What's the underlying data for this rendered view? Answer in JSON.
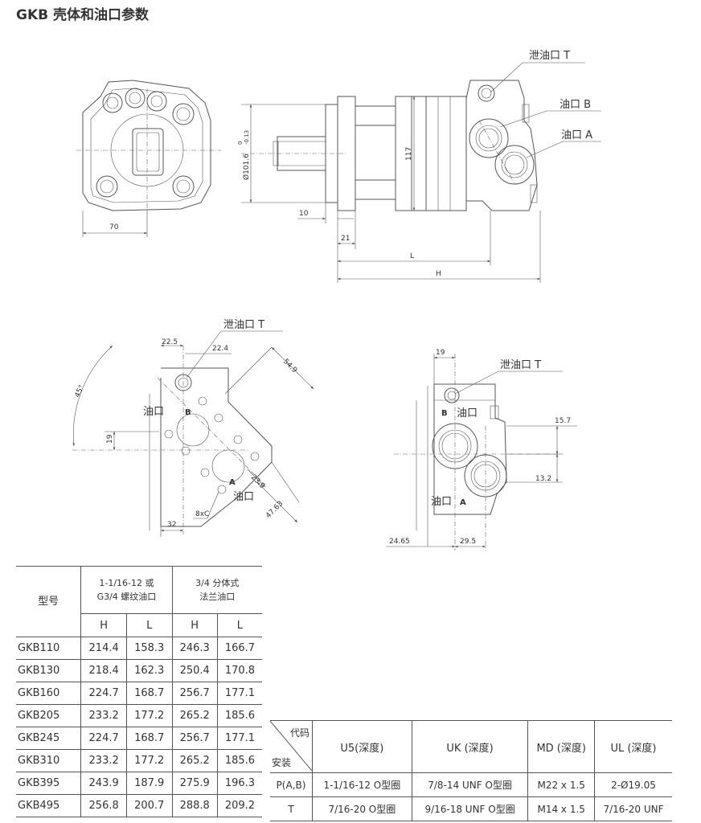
{
  "title": "GKB 壳体和油口参数",
  "drawing": {
    "side_labels": {
      "drain_t": "泄油口  T",
      "port_b": "油口 B",
      "port_a": "油口 A"
    },
    "side_dims": {
      "d70": "70",
      "d117": "117",
      "d10": "10",
      "d21": "21",
      "dL": "L",
      "dH": "H",
      "shaft": "Ø101.6",
      "tol_up": "0",
      "tol_dn": "-0.13"
    },
    "mid_labels": {
      "drain_t": "泄油口  T",
      "port": "油口",
      "port2": "油口",
      "b": "B",
      "a": "A"
    },
    "mid_dims": {
      "d225": "22.5",
      "d224": "22.4",
      "d549": "54.9",
      "d45": "45°",
      "d19": "19",
      "d239": "23.9",
      "d4763": "47.63",
      "d32": "32",
      "d8xc": "8xC"
    },
    "right_labels": {
      "drain_t": "泄油口  T",
      "port_b": "油口",
      "port_a": "油口",
      "b": "B",
      "a": "A"
    },
    "right_dims": {
      "d19": "19",
      "d157": "15.7",
      "d132": "13.2",
      "d2465": "24.65",
      "d295": "29.5"
    }
  },
  "dims_table": {
    "model_header": "型号",
    "group1": [
      "1-1/16-12 或",
      "G3/4 螺纹油口"
    ],
    "group2": [
      "3/4 分体式",
      "法兰油口"
    ],
    "sub": [
      "H",
      "L",
      "H",
      "L"
    ],
    "rows": [
      [
        "GKB110",
        "214.4",
        "158.3",
        "246.3",
        "166.7"
      ],
      [
        "GKB130",
        "218.4",
        "162.3",
        "250.4",
        "170.8"
      ],
      [
        "GKB160",
        "224.7",
        "168.7",
        "256.7",
        "177.1"
      ],
      [
        "GKB205",
        "233.2",
        "177.2",
        "265.2",
        "185.6"
      ],
      [
        "GKB245",
        "224.7",
        "168.7",
        "256.7",
        "177.1"
      ],
      [
        "GKB310",
        "233.2",
        "177.2",
        "265.2",
        "185.6"
      ],
      [
        "GKB395",
        "243.9",
        "187.9",
        "275.9",
        "196.3"
      ],
      [
        "GKB495",
        "256.8",
        "200.7",
        "288.8",
        "209.2"
      ]
    ]
  },
  "code_table": {
    "corner_top": "代码",
    "corner_bottom": "安装",
    "headers": [
      "U5(深度)",
      "UK (深度)",
      "MD (深度)",
      "UL (深度)"
    ],
    "rows": [
      [
        "P(A,B)",
        "1-1/16-12 O型圈",
        "7/8-14 UNF O型圈",
        "M22 x 1.5",
        "2-Ø19.05"
      ],
      [
        "T",
        "7/16-20 O型圈",
        "9/16-18 UNF O型圈",
        "M14 x 1.5",
        "7/16-20 UNF"
      ]
    ]
  }
}
